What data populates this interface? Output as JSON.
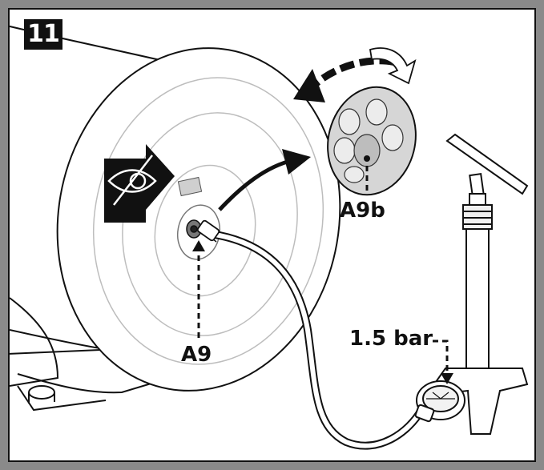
{
  "step": {
    "number": "11"
  },
  "callouts": {
    "valve": "A9",
    "valve_cap": "A9b",
    "pressure": "1.5 bar"
  },
  "icons": {
    "eye": "inspect-eye-icon",
    "rotate": "counter-clockwise-arrow-icon",
    "remove": "curved-arrow-icon"
  },
  "colors": {
    "ink": "#111111",
    "frame": "#8a8a8a",
    "cap_fill": "#d0d0d0",
    "hatch": "#cccccc"
  }
}
